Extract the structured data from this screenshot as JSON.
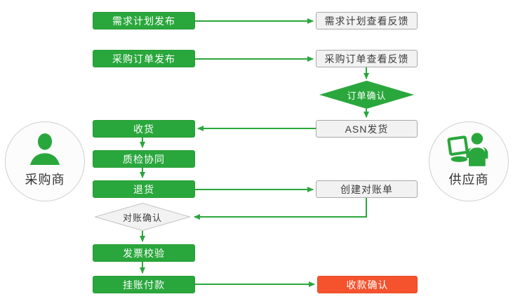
{
  "actors": {
    "buyer": {
      "label": "采购商",
      "icon": "buyer-person-icon"
    },
    "supplier": {
      "label": "供应商",
      "icon": "supplier-person-laptop-icon"
    }
  },
  "nodes": {
    "demand_publish": {
      "label": "需求计划发布"
    },
    "demand_feedback": {
      "label": "需求计划查看反馈"
    },
    "po_publish": {
      "label": "采购订单发布"
    },
    "po_feedback": {
      "label": "采购订单查看反馈"
    },
    "order_confirm": {
      "label": "订单确认"
    },
    "receive": {
      "label": "收货"
    },
    "asn_ship": {
      "label": "ASN发货"
    },
    "quality": {
      "label": "质检协同"
    },
    "returns": {
      "label": "退货"
    },
    "create_statement": {
      "label": "创建对账单"
    },
    "statement_confirm": {
      "label": "对账确认"
    },
    "invoice_check": {
      "label": "发票校验"
    },
    "payment": {
      "label": "挂账付款"
    },
    "receipt_confirm": {
      "label": "收款确认"
    }
  },
  "colors": {
    "process_green": "#2aa73c",
    "confirm_red": "#f4532e",
    "plain_box_fill": "#f2f2f2",
    "plain_box_border": "#a9a9a9",
    "gray_diamond_fill": "#f2f2f2",
    "gray_diamond_border": "#c3c3c3",
    "arrow_green": "#2aa73c",
    "text_dark": "#3c3c3c",
    "text_light": "#ffffff"
  }
}
